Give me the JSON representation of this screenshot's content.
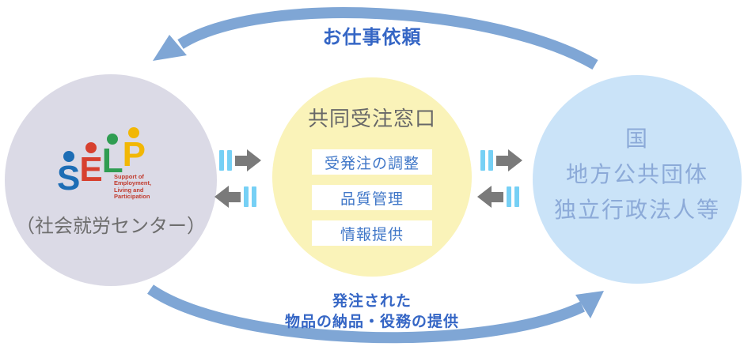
{
  "flows": {
    "top_label": "お仕事依頼",
    "bottom_label_lines": [
      "発注された",
      "物品の納品・役務の提供"
    ]
  },
  "left_circle": {
    "logo": {
      "letters": [
        {
          "char": "S",
          "color": "#1d6db5"
        },
        {
          "char": "E",
          "color": "#d7402f"
        },
        {
          "char": "L",
          "color": "#2f9d52"
        },
        {
          "char": "P",
          "color": "#f2b705"
        }
      ],
      "tagline_lines": [
        "Support of",
        "Employment,",
        "Living and",
        "Participation"
      ]
    },
    "label": "（社会就労センター）"
  },
  "center_circle": {
    "title": "共同受注窓口",
    "functions": [
      "受発注の調整",
      "品質管理",
      "情報提供"
    ]
  },
  "right_circle": {
    "lines": [
      "国",
      "地方公共団体",
      "独立行政法人等"
    ]
  },
  "icons": {
    "flow_icon": "pause-bars-with-gray-arrow",
    "big_arrows": "curved-steel-blue-arrows"
  },
  "colors": {
    "left_circle_bg": "#dbdae6",
    "center_circle_bg": "#faf3b9",
    "right_circle_bg": "#cae3f8",
    "big_arrow": "#7fa6d5",
    "flow_label_text": "#3566c5",
    "gray_arrow": "#7a7a7a",
    "blue_bars": "#76d0f5",
    "func_box_text": "#4077c8",
    "center_title_text": "#686868",
    "left_label_text": "#6e6e6e",
    "right_circle_text": "#8caad8",
    "logo_tagline_text": "#c13b2e"
  }
}
